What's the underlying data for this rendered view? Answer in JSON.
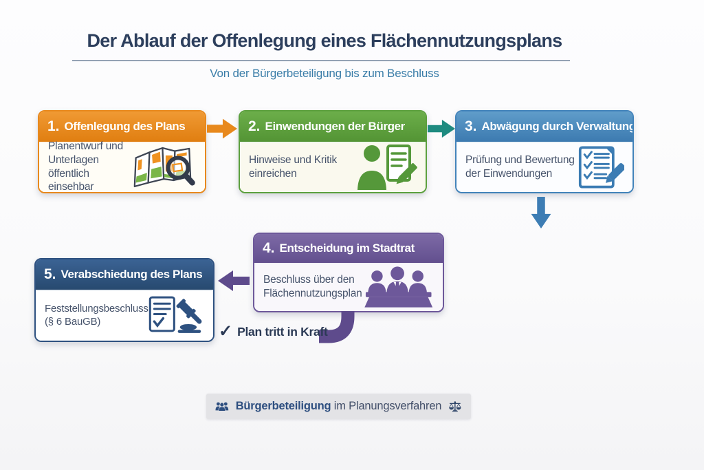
{
  "header": {
    "title": "Der Ablauf der Offenlegung eines Flächennutzungsplans",
    "subtitle": "Von der Bürgerbeteiligung bis zum Beschluss"
  },
  "steps": [
    {
      "number": "1.",
      "title": "Offenlegung des Plans",
      "description": "Planentwurf und Unterlagen öffentlich einsehbar",
      "accent": "#e8891d",
      "icon": "map-magnifier-icon"
    },
    {
      "number": "2.",
      "title": "Einwendungen der Bürger",
      "description": "Hinweise und Kritik einreichen",
      "accent": "#5ca03e",
      "icon": "citizen-writing-icon"
    },
    {
      "number": "3.",
      "title": "Abwägung durch Verwaltung",
      "description": "Prüfung und Bewertung der Einwendungen",
      "accent": "#4283ba",
      "icon": "checklist-pencil-icon"
    },
    {
      "number": "4.",
      "title": "Entscheidung im Stadtrat",
      "description": "Beschluss über den Flächennutzungsplan",
      "accent": "#6d589a",
      "icon": "council-icon"
    },
    {
      "number": "5.",
      "title": "Verabschiedung des Plans",
      "description": "Feststellungsbeschluss (§ 6 BauGB)",
      "accent": "#2e5180",
      "icon": "gavel-document-icon"
    }
  ],
  "arrows": {
    "step1_to_step2": {
      "direction": "right",
      "color": "#e8891d"
    },
    "step2_to_step3": {
      "direction": "right",
      "color": "#1f8b80"
    },
    "step3_down": {
      "direction": "down",
      "color": "#3d7db4"
    },
    "step4_to_step5": {
      "direction": "left",
      "color": "#5e4b8c"
    },
    "step4_elbow": {
      "direction": "down-left",
      "color": "#5e4b8c"
    }
  },
  "result_note": {
    "check_glyph": "✓",
    "label": "Plan tritt in Kraft"
  },
  "footer": {
    "label_bold": "Bürgerbeteiligung",
    "label_regular": "im Planungsverfahren"
  }
}
